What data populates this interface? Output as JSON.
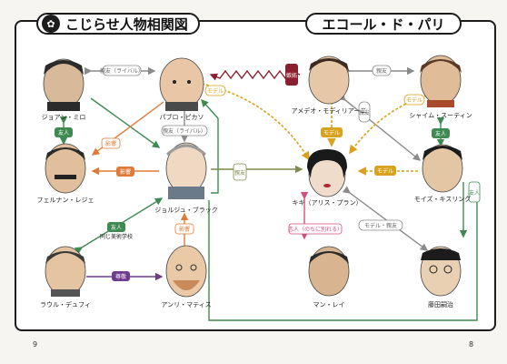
{
  "title_left": "こじらせ人物相関図",
  "title_right": "エコール・ド・パリ",
  "page_numbers": {
    "left": "9",
    "right": "8"
  },
  "people": {
    "miro": "ジョアン・ミロ",
    "picasso": "パブロ・ピカソ",
    "modigliani": "アメデオ・モディリアーニ",
    "soutine": "シャイム・スーティン",
    "leger": "フェルナン・レジェ",
    "braque": "ジョルジュ・ブラック",
    "kiki": "キキ（アリス・プラン）",
    "kisling": "モイズ・キスリング",
    "dufy": "ラウル・デュフィ",
    "matisse": "アンリ・マティス",
    "manray": "マン・レイ",
    "foujita": "藤田嗣治"
  },
  "relations": {
    "rival": "親友（ライバル）",
    "rival2": "親友（ライバル）",
    "friend": "親友",
    "friend2": "親友",
    "yujin": "友人",
    "yujin2": "友人",
    "yujin3": "友人",
    "influence": "影響",
    "influence2": "影響",
    "influence3": "影響",
    "jealous": "嫉妬",
    "model": "モデル",
    "model2": "モデル",
    "model3": "モデル",
    "model4": "モデル",
    "model_friend": "モデル・親友",
    "lover": "恋人（のちに別れる）",
    "respect": "尊敬",
    "same_school": "同じ美術学校"
  },
  "colors": {
    "gray": "#8a8a8a",
    "green": "#3e8a52",
    "orange": "#e07a3a",
    "gold": "#d9a21e",
    "maroon": "#8a1f2e",
    "olive": "#7f8a4e",
    "pink": "#d44f7e",
    "purple": "#6f3b8f"
  }
}
